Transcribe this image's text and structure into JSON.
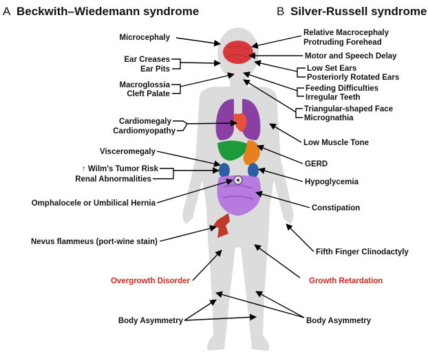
{
  "headers": {
    "left_letter": "A",
    "left_title": "Beckwith–Wiedemann syndrome",
    "right_letter": "B",
    "right_title": "Silver-Russell syndrome"
  },
  "left_labels": {
    "microcephaly": "Microcephaly",
    "ear_creases": "Ear Creases",
    "ear_pits": "Ear Pits",
    "macroglossia": "Macroglossia",
    "cleft_palate": "Cleft Palate",
    "cardiomegaly": "Cardiomegaly",
    "cardiomyopathy": "Cardiomyopathy",
    "visceromegaly": "Visceromegaly",
    "wilms": "↑ Wilm's Tumor Risk",
    "renal": "Renal Abnormalities",
    "omphalocele": "Omphalocele or Umbilical Hernia",
    "nevus": "Nevus flammeus (port-wine stain)",
    "overgrowth": "Overgrowth Disorder",
    "body_asymmetry": "Body Asymmetry"
  },
  "right_labels": {
    "relative_macrocephaly": "Relative Macrocephaly",
    "protruding_forehead": "Protruding Forehead",
    "motor_speech": "Motor and Speech Delay",
    "low_set_ears": "Low Set Ears",
    "posteriorly_rotated": "Posteriorly Rotated Ears",
    "feeding": "Feeding Difficulties",
    "irregular_teeth": "Irregular Teeth",
    "triangular_face": "Triangular-shaped Face",
    "micrognathia": "Micrognathia",
    "low_muscle_tone": "Low Muscle Tone",
    "gerd": "GERD",
    "hypoglycemia": "Hypoglycemia",
    "constipation": "Constipation",
    "fifth_finger": "Fifth Finger Clinodactyly",
    "growth_retardation": "Growth Retardation",
    "body_asymmetry": "Body Asymmetry"
  },
  "colors": {
    "body": "#dcdcdc",
    "brain": "#d9383a",
    "lungs": "#8a3fa3",
    "heart": "#e5503a",
    "liver": "#1d9a3a",
    "stomach": "#e8801f",
    "kidneys": "#2c5fa0",
    "intestines": "#b77be0",
    "nevus": "#c0392b",
    "highlight_text": "#d9271c"
  }
}
